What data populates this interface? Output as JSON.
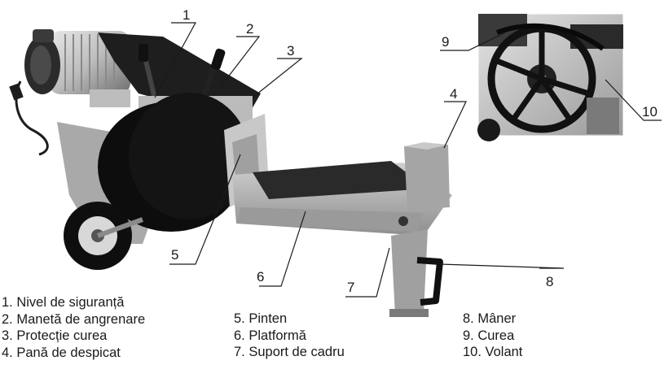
{
  "callouts": [
    "1",
    "2",
    "3",
    "4",
    "5",
    "6",
    "7",
    "8",
    "9",
    "10"
  ],
  "legend": {
    "col1": [
      "1. Nivel de siguranță",
      "2. Manetă de angrenare",
      "3. Protecție curea",
      "4. Pană de despicat"
    ],
    "col2": [
      "5. Pinten",
      "6. Platformă",
      "7. Suport de cadru"
    ],
    "col3": [
      "8. Mâner",
      "9. Curea",
      "10. Volant"
    ]
  }
}
